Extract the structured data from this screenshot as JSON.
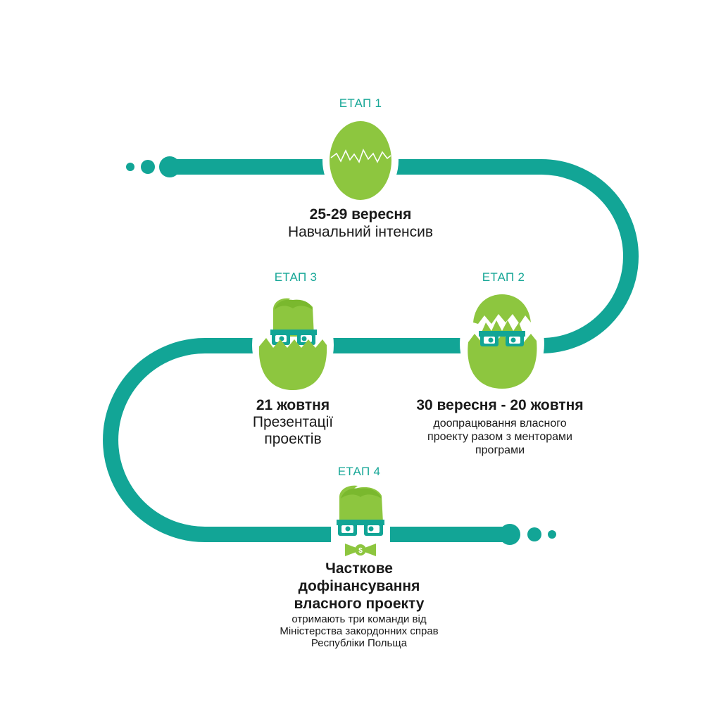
{
  "colors": {
    "path": "#12a596",
    "egg": "#8dc63f",
    "glasses": "#12a596",
    "text": "#1a1a1a",
    "stage_label": "#1aa898"
  },
  "stages": [
    {
      "label": "ЕТАП 1",
      "date": "25-29 вересня",
      "description": "Навчальний інтенсив",
      "icon": "cracking-egg-icon"
    },
    {
      "label": "ЕТАП 2",
      "date": "30 вересня - 20 жовтня",
      "description_lines": [
        "доопрацювання власного",
        "проекту разом з менторами",
        "програми"
      ],
      "icon": "hatching-character-icon"
    },
    {
      "label": "ЕТАП 3",
      "date": "21 жовтня",
      "description_lines": [
        "Презентації",
        "проектів"
      ],
      "icon": "hatched-character-icon"
    },
    {
      "label": "ЕТАП 4",
      "title_lines": [
        "Часткове",
        "дофінансування",
        "власного проекту"
      ],
      "description_lines": [
        "отримають три  команди від",
        "Міністерства закордонних справ",
        "Республіки Польща"
      ],
      "icon": "character-with-bowtie-icon",
      "bowtie_symbol": "$"
    }
  ]
}
